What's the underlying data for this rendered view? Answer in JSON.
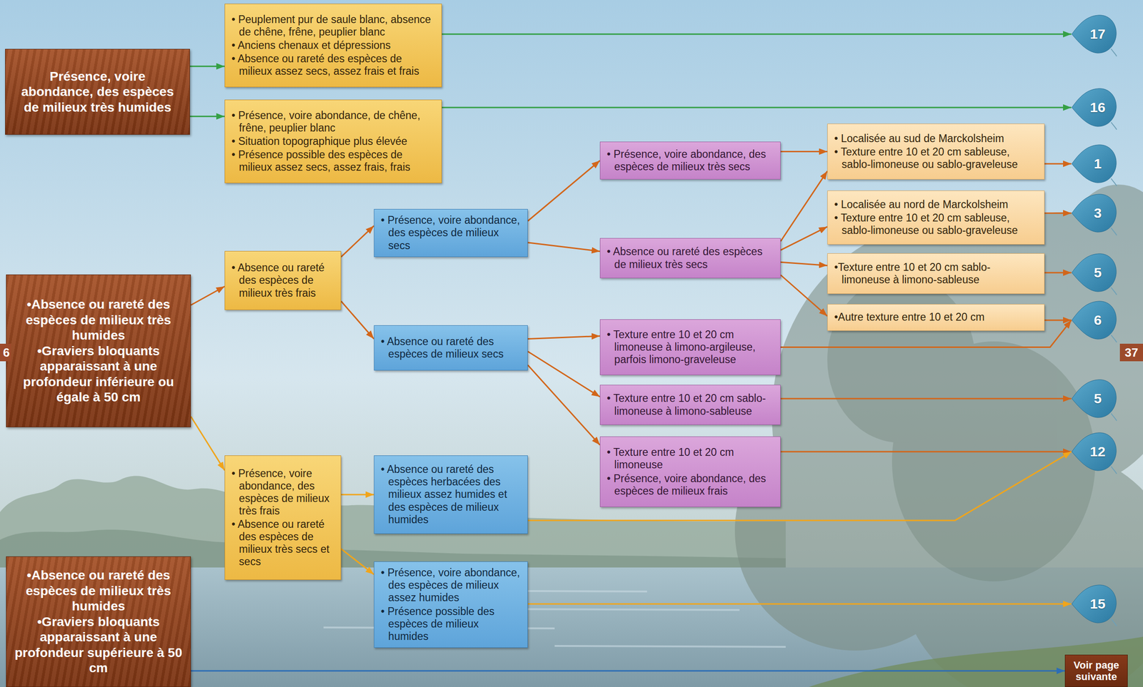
{
  "diagram": {
    "nodes": [
      {
        "text": [
          "Présence, voire abondance, des espèces de milieux très humides"
        ]
      },
      {
        "text": [
          "•Absence ou rareté des espèces de milieux très humides",
          "•Graviers bloquants apparaissant à une profondeur inférieure ou égale à 50 cm"
        ]
      },
      {
        "text": [
          "•Absence ou rareté des espèces de milieux très humides",
          "•Graviers bloquants apparaissant à une profondeur supérieure à 50 cm"
        ]
      },
      {
        "text": [
          "• Peuplement pur de saule blanc, absence de chêne, frêne, peuplier blanc",
          "• Anciens chenaux et dépressions",
          "• Absence ou rareté des espèces de milieux assez secs, assez frais et frais"
        ]
      },
      {
        "text": [
          "• Présence, voire abondance, de chêne, frêne, peuplier blanc",
          "• Situation topographique plus élevée",
          "• Présence possible des espèces de milieux assez secs, assez frais, frais"
        ]
      },
      {
        "text": [
          "• Absence ou rareté des espèces de milieux très frais"
        ]
      },
      {
        "text": [
          "• Présence, voire abondance, des espèces de milieux très frais",
          "• Absence ou rareté des espèces de milieux très secs et secs"
        ]
      },
      {
        "text": [
          "• Présence, voire abondance, des espèces de milieux secs"
        ]
      },
      {
        "text": [
          "• Absence ou rareté des espèces de milieux secs"
        ]
      },
      {
        "text": [
          "• Absence ou rareté des espèces herbacées des milieux assez humides et des espèces de milieux humides"
        ]
      },
      {
        "text": [
          "• Présence, voire abondance, des espèces de milieux assez humides",
          "• Présence possible des espèces de milieux humides"
        ]
      },
      {
        "text": [
          "• Présence, voire abondance, des espèces de milieux très secs"
        ]
      },
      {
        "text": [
          "• Absence ou rareté des espèces de milieux très secs"
        ]
      },
      {
        "text": [
          "• Texture entre 10 et 20 cm limoneuse à limono-argileuse, parfois limono-graveleuse"
        ]
      },
      {
        "text": [
          "• Texture entre 10 et 20 cm sablo-limoneuse à limono-sableuse"
        ]
      },
      {
        "text": [
          "• Texture entre 10 et 20 cm limoneuse",
          "• Présence, voire abondance, des espèces de milieux frais"
        ]
      },
      {
        "text": [
          "• Localisée au sud de Marckolsheim",
          "• Texture entre 10 et 20 cm sableuse, sablo-limoneuse ou sablo-graveleuse"
        ]
      },
      {
        "text": [
          "• Localisée au nord de Marckolsheim",
          "• Texture entre 10 et 20 cm sableuse, sablo-limoneuse ou sablo-graveleuse"
        ]
      },
      {
        "text": [
          "•Texture entre 10 et 20 cm sablo-limoneuse à limono-sableuse"
        ]
      },
      {
        "text": [
          "•Autre texture entre 10 et 20 cm"
        ]
      },
      {
        "text": [
          "17"
        ]
      },
      {
        "text": [
          "16"
        ]
      },
      {
        "text": [
          "1"
        ]
      },
      {
        "text": [
          "3"
        ]
      },
      {
        "text": [
          "5"
        ]
      },
      {
        "text": [
          "6"
        ]
      },
      {
        "text": [
          "5"
        ]
      },
      {
        "text": [
          "12"
        ]
      },
      {
        "text": [
          "15"
        ]
      },
      {
        "text": [
          "Voir page suivante"
        ]
      }
    ],
    "edges": [
      {
        "from": 0,
        "to": 3,
        "arrow": "to"
      },
      {
        "from": 0,
        "to": 4,
        "arrow": "to"
      },
      {
        "from": 3,
        "to": 20,
        "arrow": "to"
      },
      {
        "from": 4,
        "to": 21,
        "arrow": "to"
      },
      {
        "from": 1,
        "to": 5,
        "arrow": "to"
      },
      {
        "from": 1,
        "to": 6,
        "arrow": "to"
      },
      {
        "from": 5,
        "to": 7,
        "arrow": "to"
      },
      {
        "from": 5,
        "to": 8,
        "arrow": "to"
      },
      {
        "from": 7,
        "to": 11,
        "arrow": "to"
      },
      {
        "from": 7,
        "to": 12,
        "arrow": "to"
      },
      {
        "from": 11,
        "to": 16,
        "arrow": "to"
      },
      {
        "from": 12,
        "to": 16,
        "arrow": "to"
      },
      {
        "from": 12,
        "to": 17,
        "arrow": "to"
      },
      {
        "from": 12,
        "to": 18,
        "arrow": "to"
      },
      {
        "from": 12,
        "to": 19,
        "arrow": "to"
      },
      {
        "from": 16,
        "to": 22,
        "arrow": "to"
      },
      {
        "from": 17,
        "to": 23,
        "arrow": "to"
      },
      {
        "from": 18,
        "to": 24,
        "arrow": "to"
      },
      {
        "from": 19,
        "to": 25,
        "arrow": "to"
      },
      {
        "from": 8,
        "to": 13,
        "arrow": "to"
      },
      {
        "from": 8,
        "to": 14,
        "arrow": "to"
      },
      {
        "from": 8,
        "to": 15,
        "arrow": "to"
      },
      {
        "from": 13,
        "to": 25,
        "arrow": "to"
      },
      {
        "from": 14,
        "to": 26,
        "arrow": "to"
      },
      {
        "from": 15,
        "to": 27,
        "arrow": "to"
      },
      {
        "from": 6,
        "to": 9,
        "arrow": "to"
      },
      {
        "from": 6,
        "to": 10,
        "arrow": "to"
      },
      {
        "from": 9,
        "to": 27,
        "arrow": "to"
      },
      {
        "from": 10,
        "to": 28,
        "arrow": "to"
      },
      {
        "from": 2,
        "to": 29,
        "arrow": "to"
      }
    ],
    "labels": [
      "6",
      "37"
    ]
  }
}
